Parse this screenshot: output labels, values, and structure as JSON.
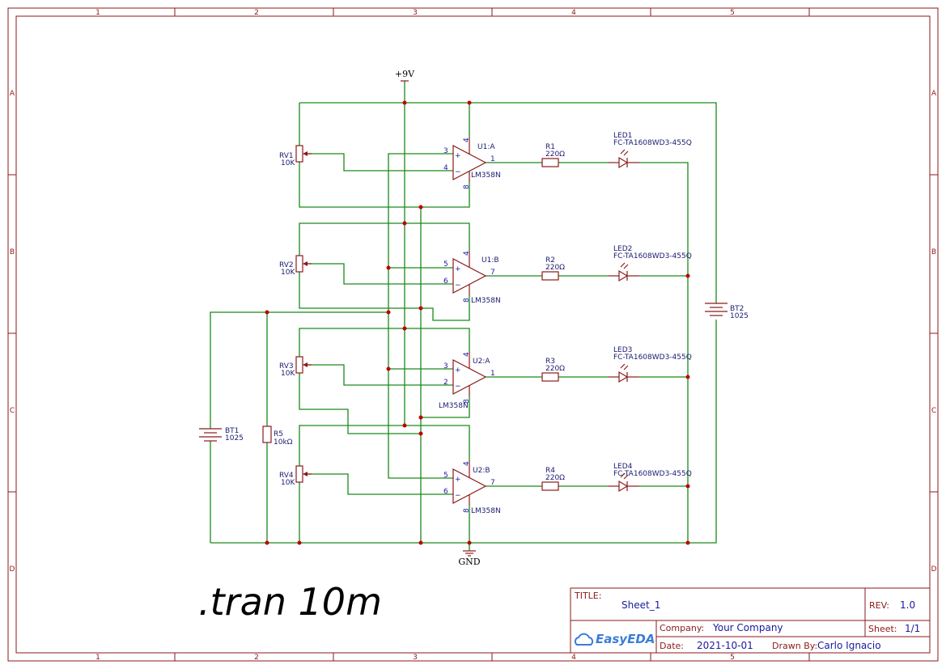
{
  "frame": {
    "columns": [
      "1",
      "2",
      "3",
      "4",
      "5"
    ],
    "rows": [
      "A",
      "B",
      "C",
      "D"
    ]
  },
  "nets": {
    "power": "+9V",
    "ground": "GND"
  },
  "components": {
    "rv1": {
      "ref": "RV1",
      "value": "10K"
    },
    "rv2": {
      "ref": "RV2",
      "value": "10K"
    },
    "rv3": {
      "ref": "RV3",
      "value": "10K"
    },
    "rv4": {
      "ref": "RV4",
      "value": "10K"
    },
    "u1a": {
      "ref": "U1:A",
      "part": "LM358N",
      "pin_pos": "3",
      "pin_neg": "4",
      "pin_out": "1",
      "pin_vcc": "4",
      "pin_gnd": "8"
    },
    "u1b": {
      "ref": "U1:B",
      "part": "LM358N",
      "pin_pos": "5",
      "pin_neg": "6",
      "pin_out": "7",
      "pin_vcc": "4",
      "pin_gnd": "8"
    },
    "u2a": {
      "ref": "U2:A",
      "part": "LM358N",
      "pin_pos": "3",
      "pin_neg": "2",
      "pin_out": "1",
      "pin_vcc": "4",
      "pin_gnd": "8"
    },
    "u2b": {
      "ref": "U2:B",
      "part": "LM358N",
      "pin_pos": "5",
      "pin_neg": "6",
      "pin_out": "7",
      "pin_vcc": "4",
      "pin_gnd": "8"
    },
    "r1": {
      "ref": "R1",
      "value": "220Ω"
    },
    "r2": {
      "ref": "R2",
      "value": "220Ω"
    },
    "r3": {
      "ref": "R3",
      "value": "220Ω"
    },
    "r4": {
      "ref": "R4",
      "value": "220Ω"
    },
    "r5": {
      "ref": "R5",
      "value": "10kΩ"
    },
    "led1": {
      "ref": "LED1",
      "part": "FC-TA1608WD3-455Q"
    },
    "led2": {
      "ref": "LED2",
      "part": "FC-TA1608WD3-455Q"
    },
    "led3": {
      "ref": "LED3",
      "part": "FC-TA1608WD3-455Q"
    },
    "led4": {
      "ref": "LED4",
      "part": "FC-TA1608WD3-455Q"
    },
    "bt1": {
      "ref": "BT1",
      "value": "1025"
    },
    "bt2": {
      "ref": "BT2",
      "value": "1025"
    }
  },
  "simulation_command": ".tran 10m",
  "title_block": {
    "title_label": "TITLE:",
    "title": "Sheet_1",
    "rev_label": "REV:",
    "rev": "1.0",
    "company_label": "Company:",
    "company": "Your Company",
    "sheet_label": "Sheet:",
    "sheet": "1/1",
    "date_label": "Date:",
    "date": "2021-10-01",
    "drawn_label": "Drawn By:",
    "drawn_by": "Carlo Ignacio",
    "logo_text": "EasyEDA"
  },
  "colors": {
    "frame": "#8b1a1a",
    "wire": "#1a8a1a",
    "junction": "#c00000",
    "pin_text": "#1a1aa0",
    "logo": "#3a7dd8"
  }
}
